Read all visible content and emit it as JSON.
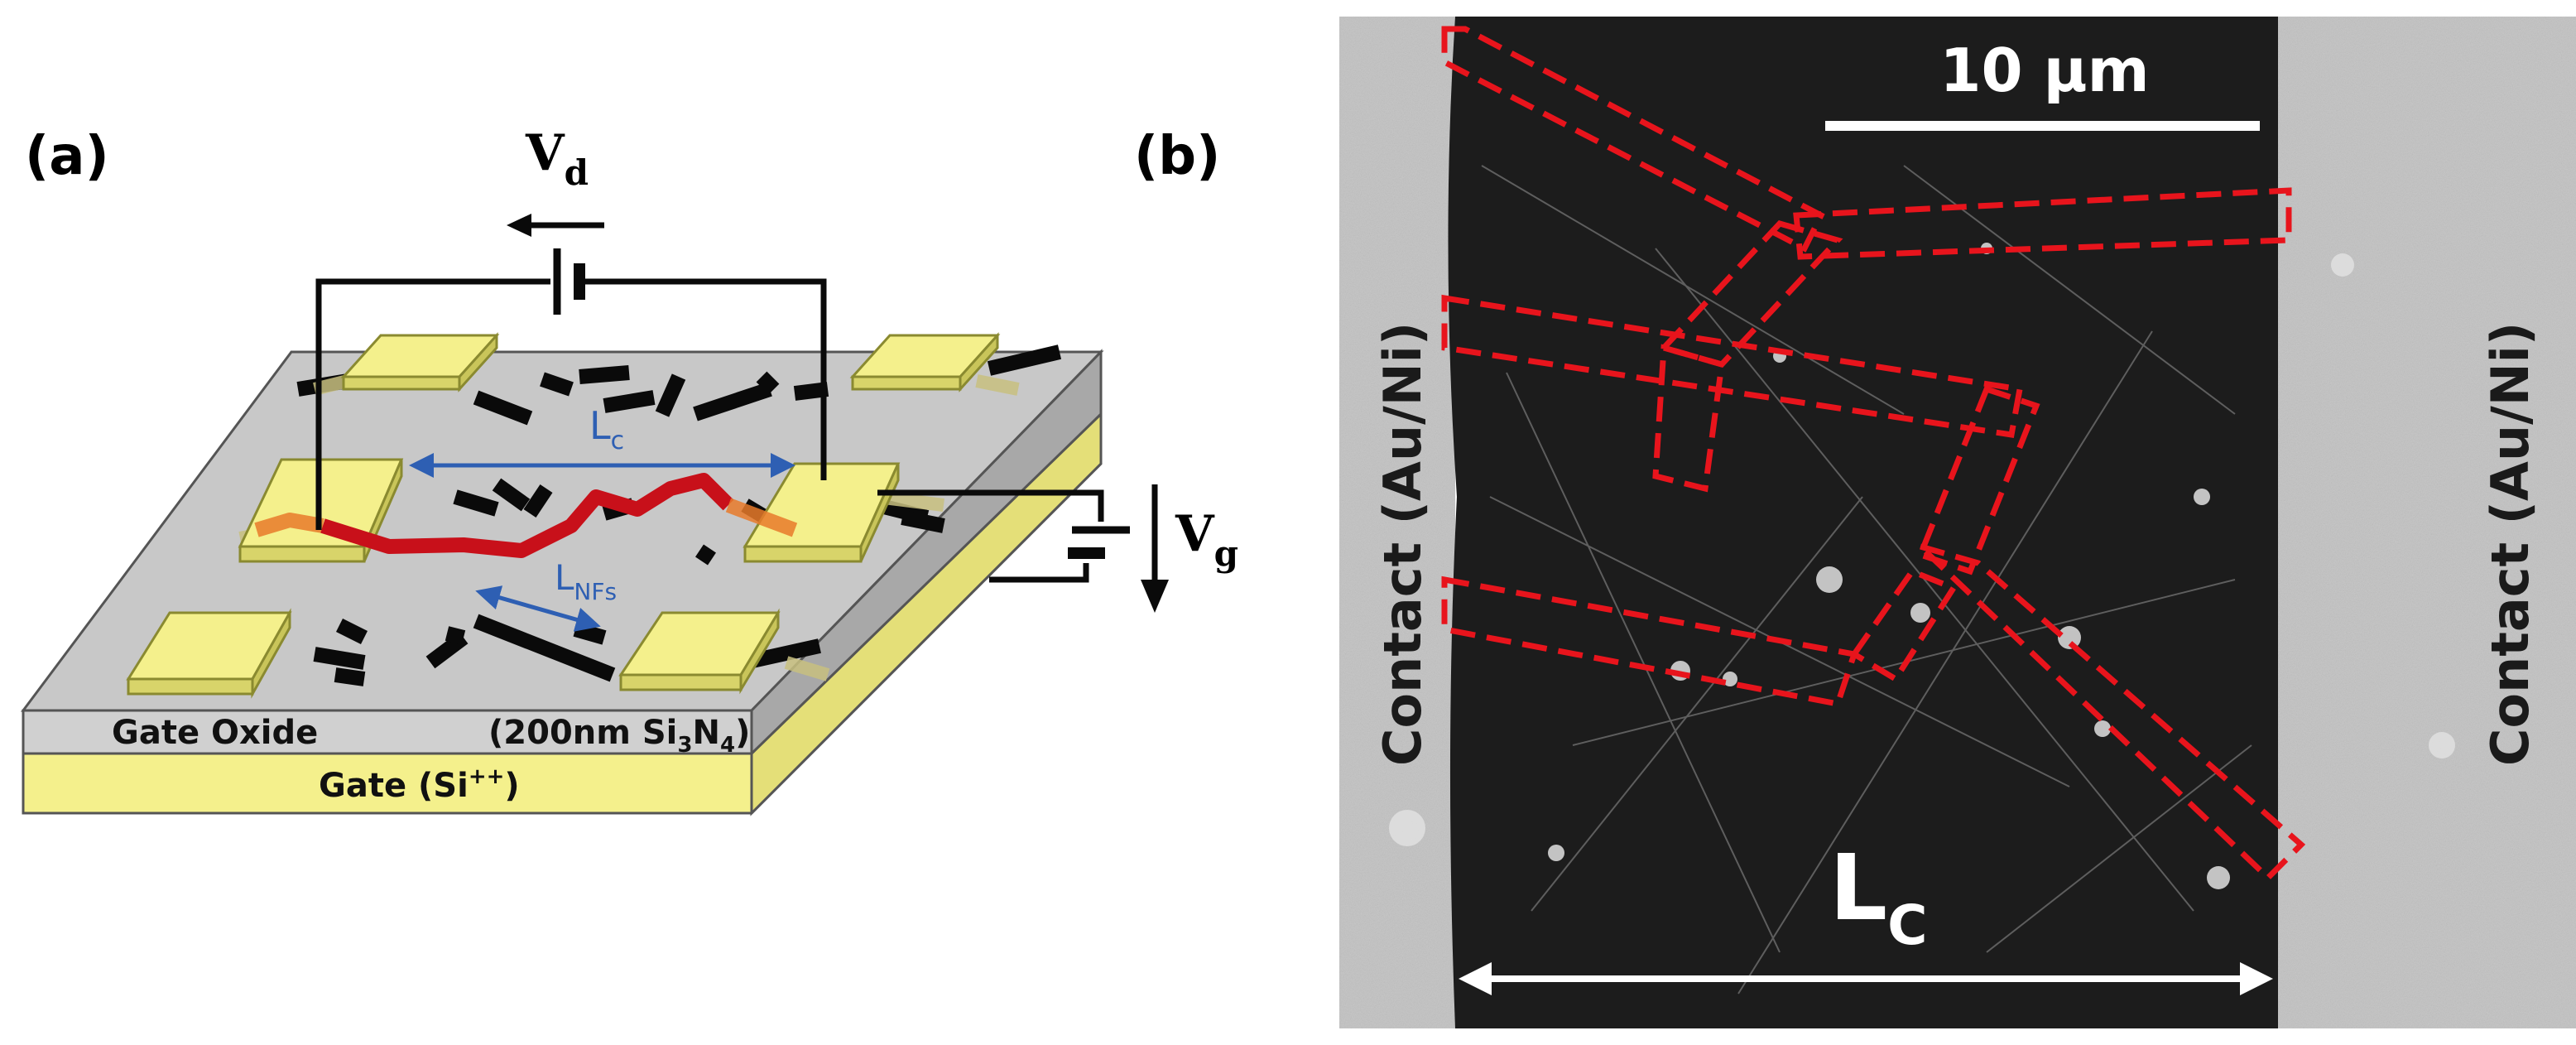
{
  "panel_a": {
    "letter": "(a)",
    "vd_main": "V",
    "vd_sub": "d",
    "vg_main": "V",
    "vg_sub": "g",
    "lc_main": "L",
    "lc_sub": "c",
    "lnfs_main": "L",
    "lnfs_sub": "NFs",
    "gate_oxide": "Gate Oxide",
    "si3n4_pre": "(200nm Si",
    "si3n4_sub1": "3",
    "si3n4_mid": "N",
    "si3n4_sub2": "4",
    "si3n4_post": ")",
    "gate_pre": "Gate (Si",
    "gate_sup": "++",
    "gate_post": ")",
    "colors": {
      "yellow": "#f4f08c",
      "gray": "#c8c8c8",
      "red": "#c8101a",
      "blue": "#2e5fb3"
    }
  },
  "panel_b": {
    "letter": "(b)",
    "scale_bar": "10 µm",
    "contact_left": "Contact (Au/Ni)",
    "contact_right": "Contact (Au/Ni)",
    "lc_main": "L",
    "lc_sub": "C",
    "colors": {
      "contact": "#c2c2c2",
      "channel": "#1c1c1c",
      "dashed": "#e8141c"
    }
  }
}
